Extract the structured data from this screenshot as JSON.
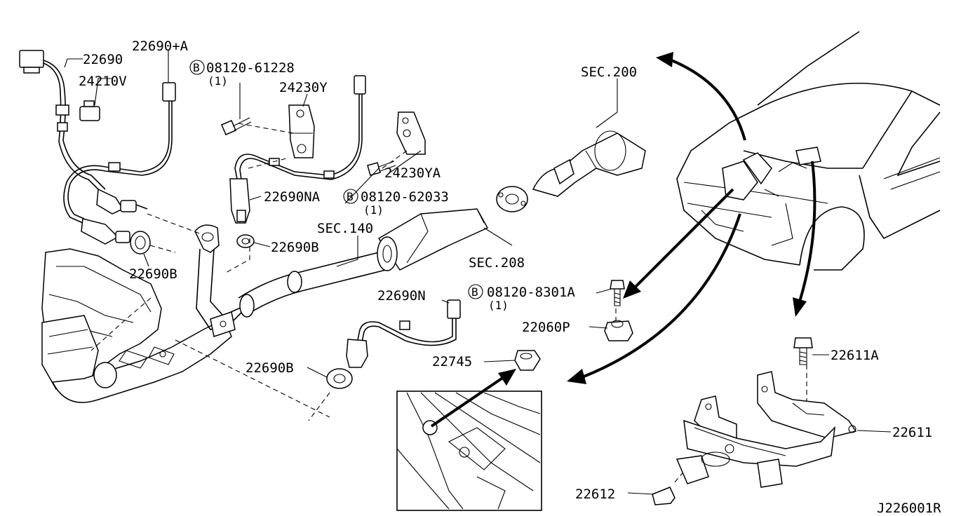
{
  "diagram_id": "J226001R",
  "callouts": [
    {
      "id": "p22690",
      "text": "22690"
    },
    {
      "id": "p22690A",
      "text": "22690+A"
    },
    {
      "id": "p24210V",
      "text": "24210V"
    },
    {
      "id": "b08120_61228",
      "text": "08120-61228",
      "qty": "(1)"
    },
    {
      "id": "p24230Y",
      "text": "24230Y"
    },
    {
      "id": "sec200",
      "text": "SEC.200"
    },
    {
      "id": "p24230YA",
      "text": "24230YA"
    },
    {
      "id": "p22690NA",
      "text": "22690NA"
    },
    {
      "id": "b08120_62033",
      "text": "08120-62033",
      "qty": "(1)"
    },
    {
      "id": "sec140",
      "text": "SEC.140"
    },
    {
      "id": "p22690B_1",
      "text": "22690B"
    },
    {
      "id": "p22690B_2",
      "text": "22690B"
    },
    {
      "id": "sec208",
      "text": "SEC.208"
    },
    {
      "id": "p22690N",
      "text": "22690N"
    },
    {
      "id": "b08120_8301A",
      "text": "08120-8301A",
      "qty": "(1)"
    },
    {
      "id": "p22060P",
      "text": "22060P"
    },
    {
      "id": "p22690B_3",
      "text": "22690B"
    },
    {
      "id": "p22745",
      "text": "22745"
    },
    {
      "id": "p22611A",
      "text": "22611A"
    },
    {
      "id": "p22611",
      "text": "22611"
    },
    {
      "id": "p22612",
      "text": "22612"
    }
  ],
  "bolt_marker": "B"
}
